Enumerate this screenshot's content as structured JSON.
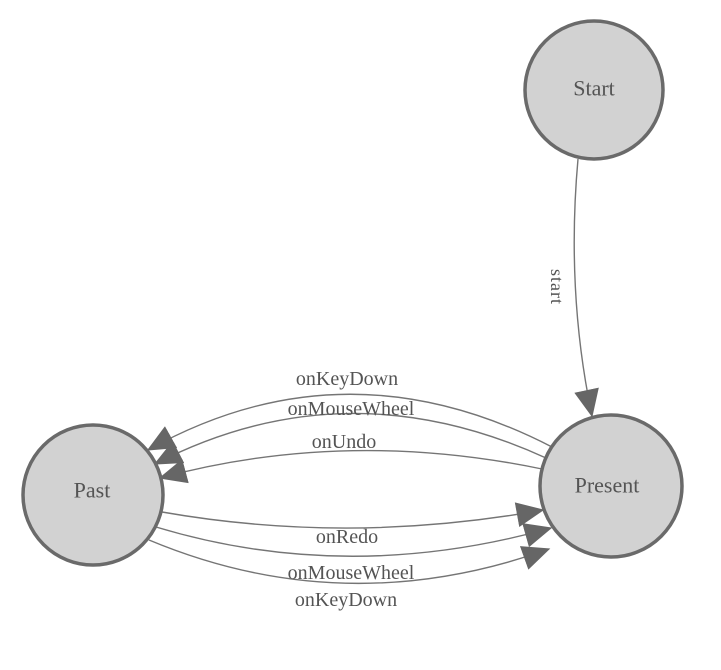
{
  "diagram": {
    "type": "state-machine",
    "nodes": [
      {
        "id": "start",
        "label": "Start"
      },
      {
        "id": "present",
        "label": "Present"
      },
      {
        "id": "past",
        "label": "Past"
      }
    ],
    "edges": [
      {
        "from": "Start",
        "to": "Present",
        "label": "start"
      },
      {
        "from": "Present",
        "to": "Past",
        "label": "onKeyDown"
      },
      {
        "from": "Present",
        "to": "Past",
        "label": "onMouseWheel"
      },
      {
        "from": "Present",
        "to": "Past",
        "label": "onUndo"
      },
      {
        "from": "Past",
        "to": "Present",
        "label": "onRedo"
      },
      {
        "from": "Past",
        "to": "Present",
        "label": "onMouseWheel"
      },
      {
        "from": "Past",
        "to": "Present",
        "label": "onKeyDown"
      }
    ]
  },
  "colors": {
    "canvas-bg": "#ffffff",
    "node-fill": "#d2d2d2",
    "node-border": "#6a6a6a",
    "edge-stroke": "#757575",
    "arrow-fill": "#666666",
    "label-text": "#545454"
  }
}
